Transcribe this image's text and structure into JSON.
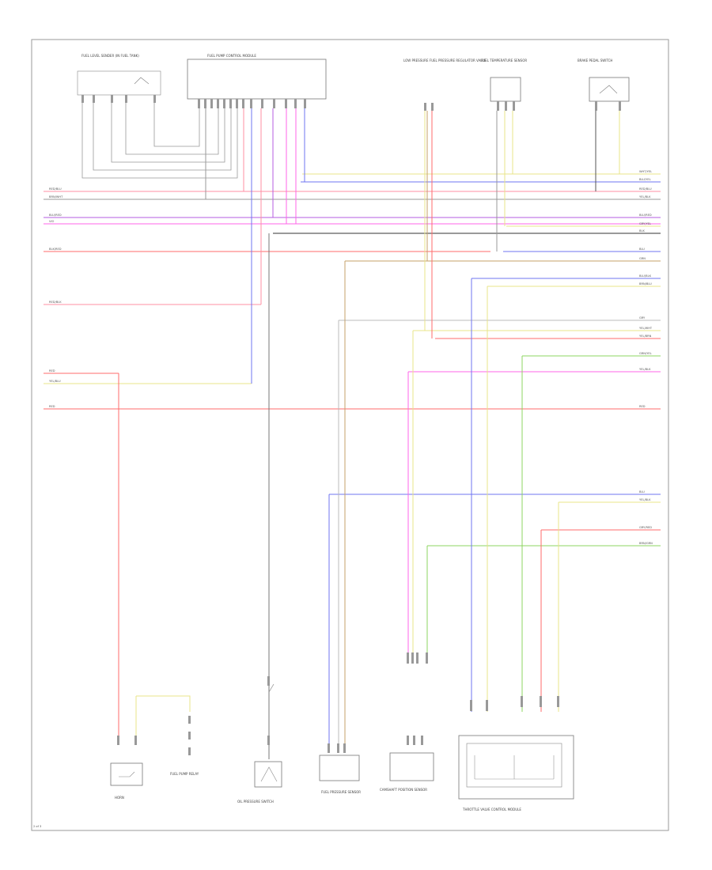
{
  "page_label": "2 of 3",
  "components": {
    "fuel_level_sender": "FUEL LEVEL SENDER (IN FUEL TANK)",
    "fuel_pump_module": "FUEL PUMP CONTROL MODULE",
    "fuel_pressure_regulator": "LOW PRESSURE FUEL PRESSURE REGULATOR VALVE",
    "fuel_temp_sensor": "FUEL TEMPERATURE SENSOR",
    "brake_pedal_switch": "BRAKE PEDAL SWITCH",
    "camshaft_position_sensor": "CAMSHAFT POSITION SENSOR",
    "fuel_pressure_sensor": "FUEL PRESSURE SENSOR",
    "throttle_valve_control": "THROTTLE VALVE CONTROL MODULE",
    "oil_pressure_switch": "OIL PRESSURE SWITCH",
    "fuel_pump_relay": "FUEL PUMP RELAY",
    "horn": "HORN"
  },
  "wire_labels": {
    "left": [
      "RED/BLU",
      "BRN/WHT",
      "BLU/RED",
      "VIO",
      "BLK/RED",
      "RED/BLK",
      "RED",
      "YEL/BLU",
      "RED"
    ],
    "right": [
      "WHT/YEL",
      "BLU/YEL",
      "RED/BLU",
      "YEL/BLK",
      "BLU/RED",
      "GRY/YEL",
      "BLK",
      "BLU",
      "GRN",
      "BLU/BLK",
      "BRN/BLU",
      "GRY",
      "YEL/WHT",
      "YEL/BRN",
      "GRN/YEL",
      "YEL/BLK",
      "RED",
      "BLU",
      "YEL/BLK",
      "GRY/RED",
      "BRN/GRN"
    ]
  },
  "colors": {
    "red": "#ff6b6b",
    "pink": "#ff8fa3",
    "blue": "#6f74f2",
    "violet": "#b45ee0",
    "magenta": "#ff66e8",
    "yellow": "#e8e48a",
    "green": "#8ed460",
    "gray": "#9a9a9a",
    "brown": "#c4a26a",
    "black": "#333333"
  }
}
